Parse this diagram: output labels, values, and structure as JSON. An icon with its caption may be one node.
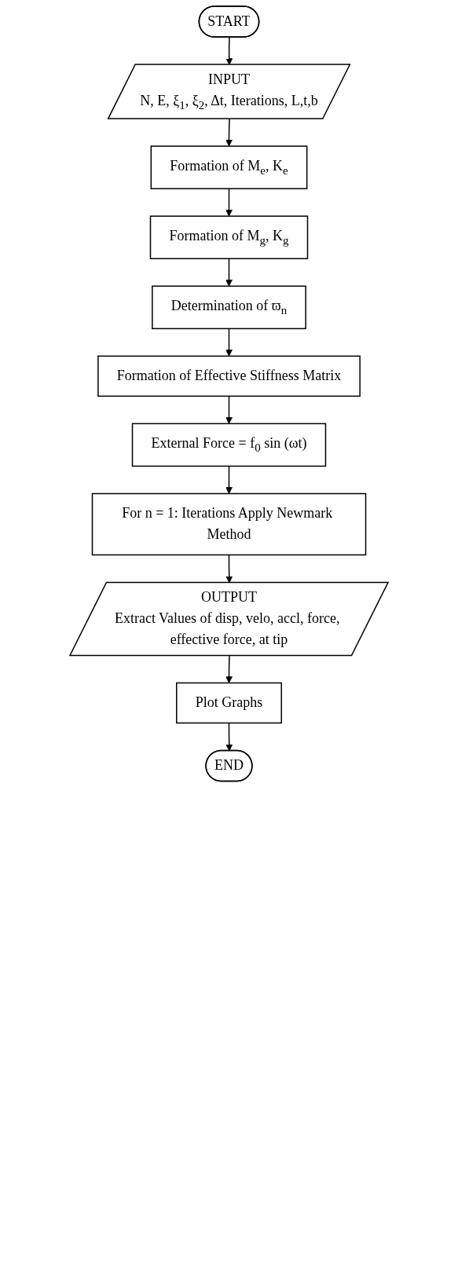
{
  "diagram": {
    "nodes": [
      {
        "text": [
          "START"
        ]
      },
      {
        "text": [
          "INPUT",
          "N, E, ξ$_{1}$, ξ$_{2}$, Δt, Iterations, L,t,b"
        ]
      },
      {
        "text": [
          "Formation of M$_{e}$, K$_{e}$"
        ]
      },
      {
        "text": [
          "Formation of M$_{g}$, K$_{g}$"
        ]
      },
      {
        "text": [
          "Determination of ϖ$_{n}$"
        ]
      },
      {
        "text": [
          "Formation of Effective Stiffness Matrix"
        ]
      },
      {
        "text": [
          "External Force = f$_{0}$ sin (ωt)"
        ]
      },
      {
        "text": [
          "For n = 1: Iterations Apply Newmark Method"
        ]
      },
      {
        "text": [
          "OUTPUT",
          "Extract Values of disp, velo, accl, force, effective force, at tip"
        ]
      },
      {
        "text": [
          "Plot Graphs"
        ]
      },
      {
        "text": [
          "END"
        ]
      }
    ],
    "edges": [
      {
        "from": 0,
        "to": 1,
        "arrow": "to"
      },
      {
        "from": 1,
        "to": 2,
        "arrow": "to"
      },
      {
        "from": 2,
        "to": 3,
        "arrow": "to"
      },
      {
        "from": 3,
        "to": 4,
        "arrow": "to"
      },
      {
        "from": 4,
        "to": 5,
        "arrow": "to"
      },
      {
        "from": 5,
        "to": 6,
        "arrow": "to"
      },
      {
        "from": 6,
        "to": 7,
        "arrow": "to"
      },
      {
        "from": 7,
        "to": 8,
        "arrow": "to"
      },
      {
        "from": 8,
        "to": 9,
        "arrow": "to"
      },
      {
        "from": 9,
        "to": 10,
        "arrow": "to"
      }
    ]
  }
}
